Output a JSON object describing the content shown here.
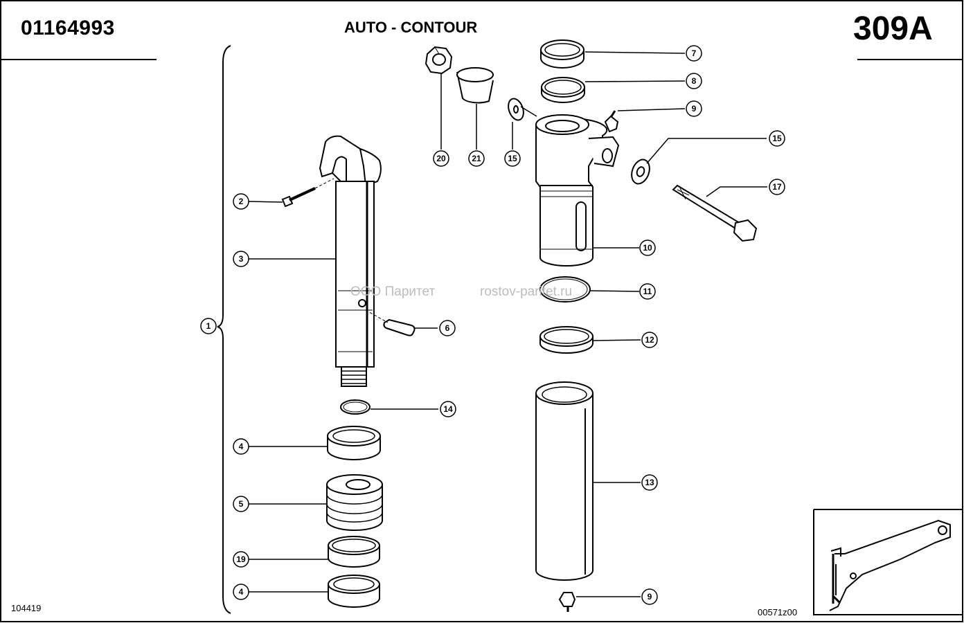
{
  "header": {
    "part_number": "01164993",
    "title": "AUTO - CONTOUR",
    "page_code": "309A"
  },
  "footer": {
    "left_code": "104419",
    "right_code": "00571z00"
  },
  "watermark": {
    "company": "ООО Паритет",
    "site": "rostov-paritet.ru"
  },
  "callouts": {
    "c1": "1",
    "c2": "2",
    "c3": "3",
    "c4a": "4",
    "c4b": "4",
    "c5": "5",
    "c6": "6",
    "c7": "7",
    "c8": "8",
    "c9a": "9",
    "c9b": "9",
    "c10": "10",
    "c11": "11",
    "c12": "12",
    "c13": "13",
    "c14": "14",
    "c15a": "15",
    "c15b": "15",
    "c17": "17",
    "c19": "19",
    "c20": "20",
    "c21": "21"
  }
}
